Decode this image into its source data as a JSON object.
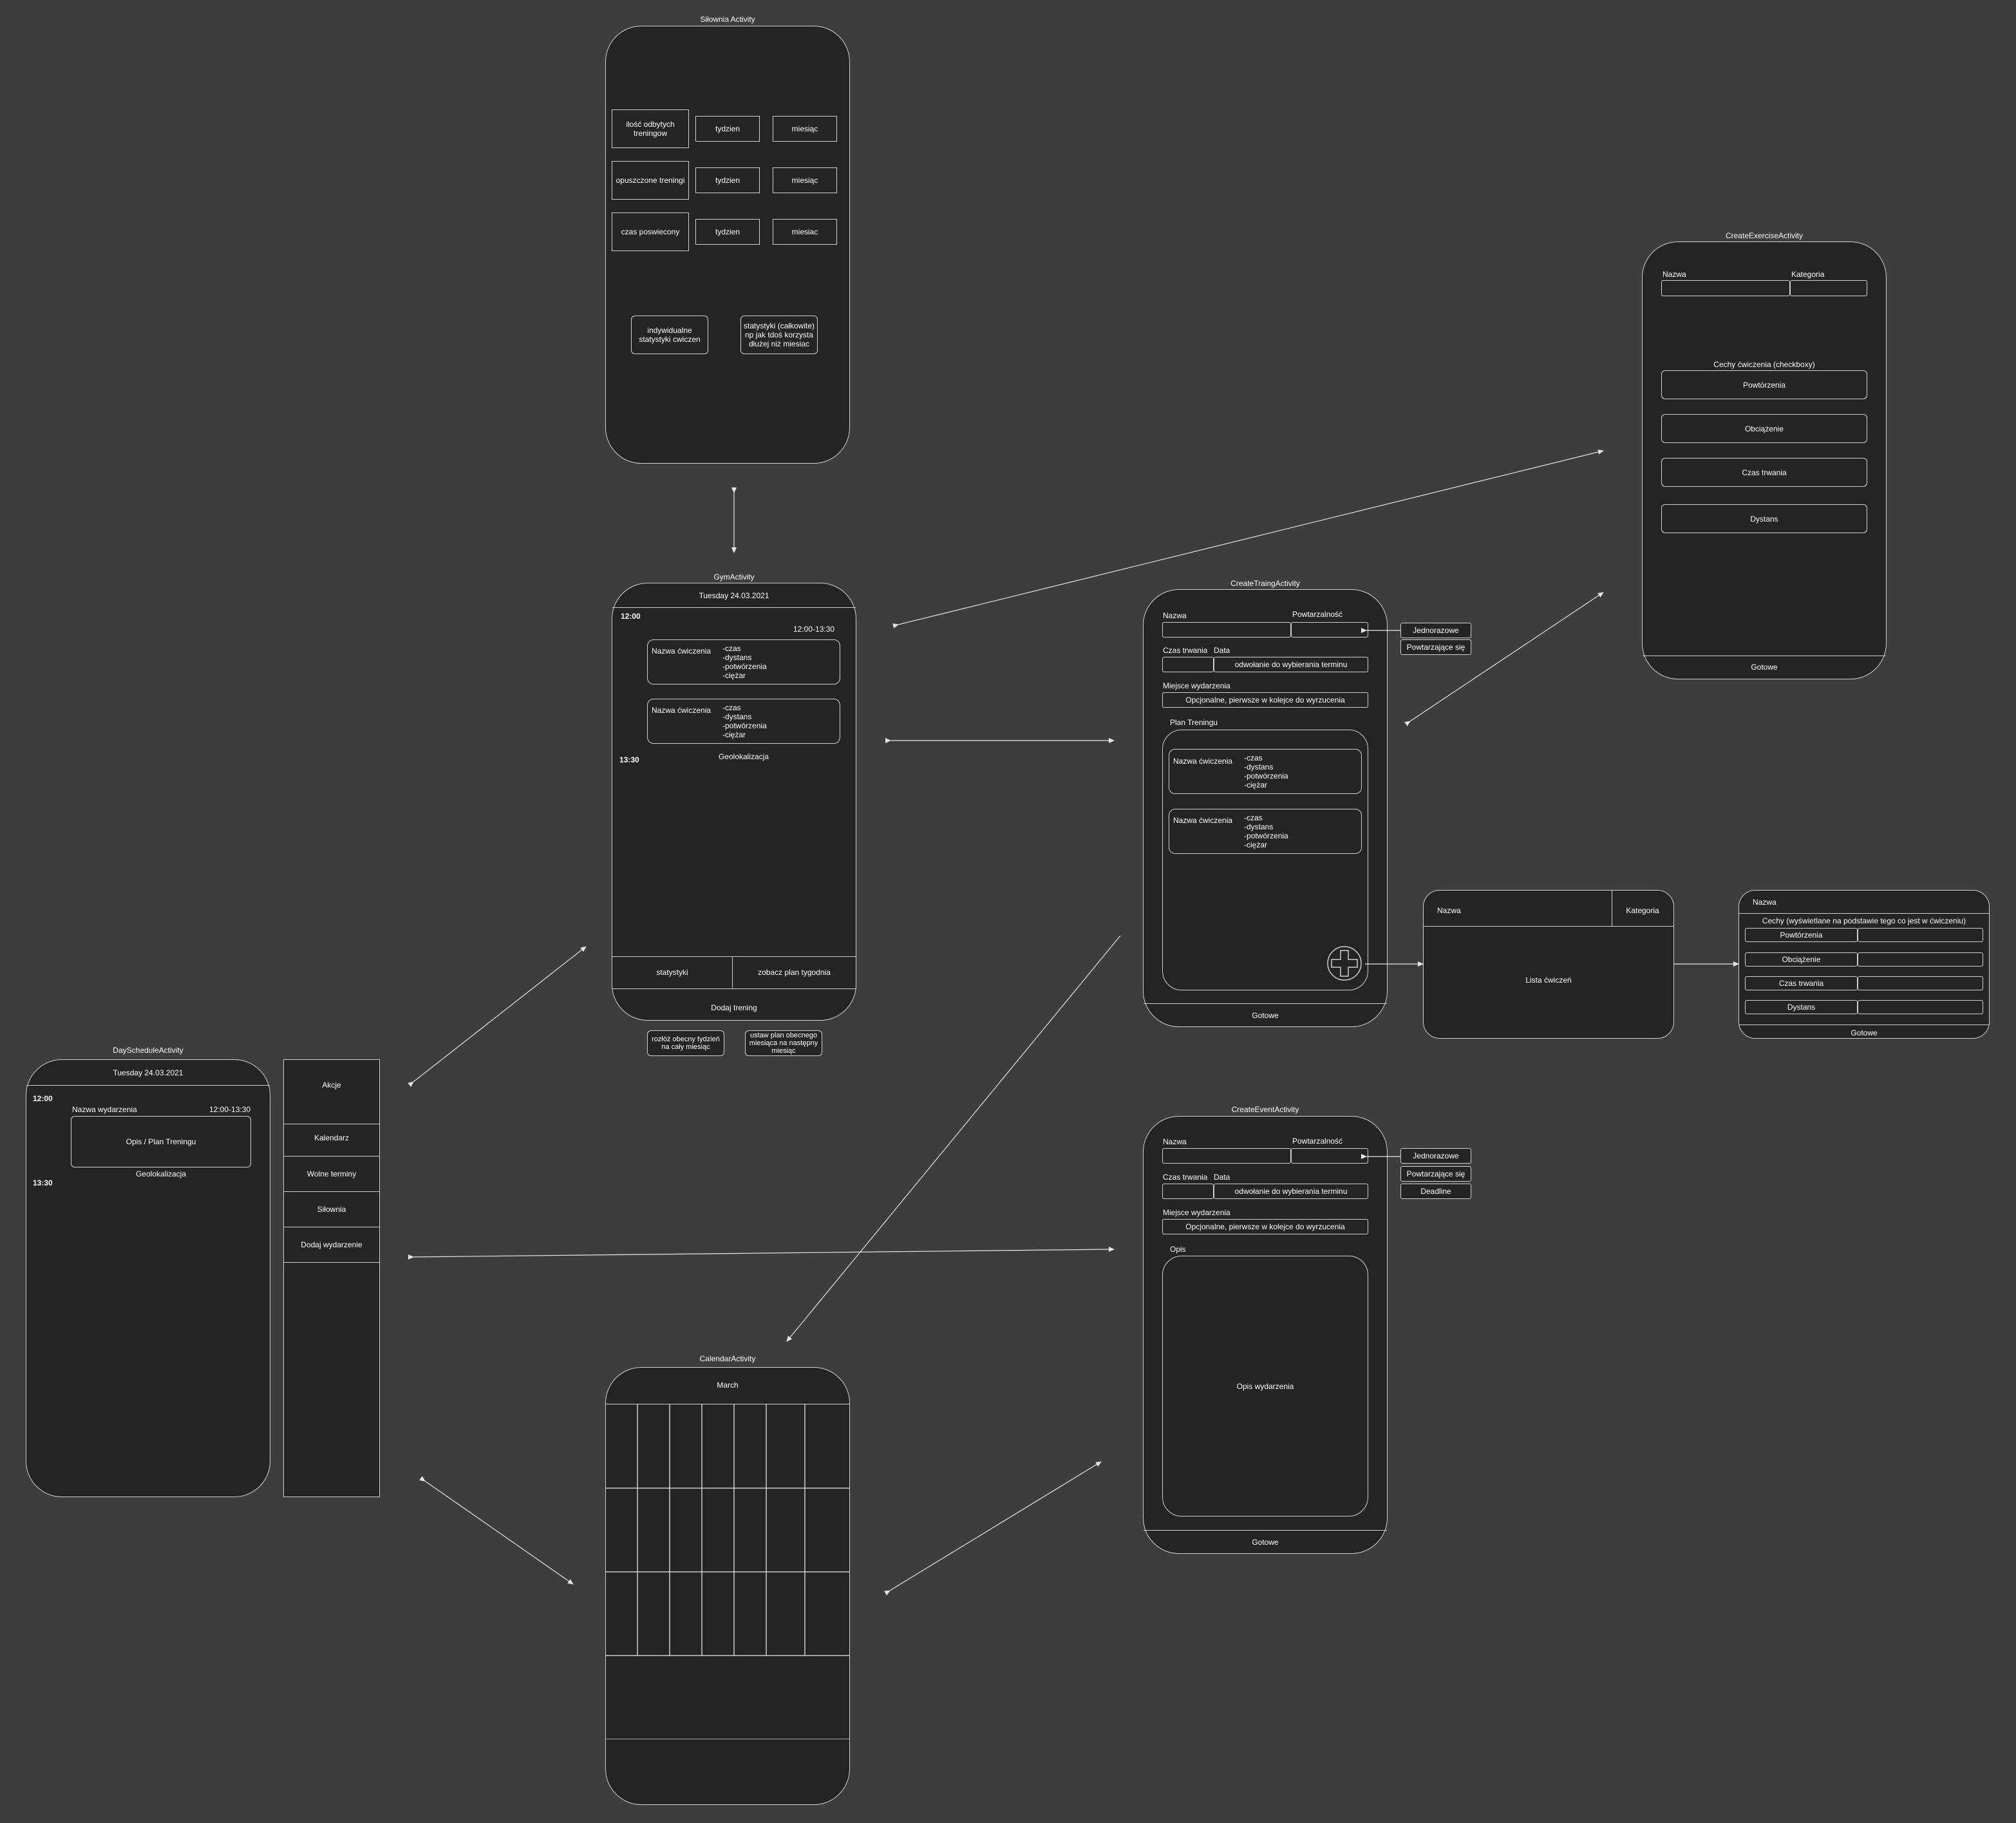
{
  "silownia": {
    "title": "Siłownia Activity",
    "rows": [
      {
        "label": "ilość odbytych\ntreningow",
        "week": "tydzien",
        "month": "miesiąc"
      },
      {
        "label": "opuszczone treningi",
        "week": "tydzien",
        "month": "miesiąc"
      },
      {
        "label": "czas poswiecony",
        "week": "tydzien",
        "month": "miesiac"
      }
    ],
    "btn_individual": "indywidualne\nstatystyki cwiczen",
    "btn_total": "statystyki (całkowite)\nnp jak tdoś korzysta\ndłużej niż miesiac"
  },
  "gym": {
    "title": "GymActivity",
    "date": "Tuesday 24.03.2021",
    "time_start": "12:00",
    "time_range": "12:00-13:30",
    "exercises": [
      {
        "name": "Nazwa ćwiczenia",
        "props": "-czas\n-dystans\n-potwórzenia\n-ciężar"
      },
      {
        "name": "Nazwa ćwiczenia",
        "props": "-czas\n-dystans\n-potwórzenia\n-ciężar"
      }
    ],
    "time_end": "13:30",
    "geo": "Geolokalizacja",
    "btn_stats": "statystyki",
    "btn_week_plan": "zobacz plan tygodnia",
    "btn_add": "Dodaj trening",
    "note_spread": "rozłóż obecny tydzień\nna cały miesiąc",
    "note_set_plan": "ustaw plan obecnego\nmiesiąca na następny\nmiesiąc"
  },
  "create_exercise": {
    "title": "CreateExerciseActivity",
    "name_label": "Nazwa",
    "category_label": "Kategoria",
    "features_label": "Cechy ćwiczenia (checkboxy)",
    "features": [
      "Powtórzenia",
      "Obciążenie",
      "Czas trwania",
      "Dystans"
    ],
    "done": "Gotowe"
  },
  "create_training": {
    "title": "CreateTraingActivity",
    "name_label": "Nazwa",
    "repeat_label": "Powtarzalność",
    "duration_label": "Czas trwania",
    "date_label": "Data",
    "date_value": "odwołanie do wybierania terminu",
    "place_label": "Miejsce wydarzenia",
    "place_value": "Opcjonalne, pierwsze w kolejce do wyrzucenia",
    "plan_label": "Plan Treningu",
    "exercises": [
      {
        "name": "Nazwa ćwiczenia",
        "props": "-czas\n-dystans\n-potwórzenia\n-ciężar"
      },
      {
        "name": "Nazwa ćwiczenia",
        "props": "-czas\n-dystans\n-potwórzenia\n-ciężar"
      }
    ],
    "done": "Gotowe",
    "repeat_options": [
      "Jednorazowe",
      "Powtarzające się"
    ]
  },
  "exercise_list": {
    "name": "Nazwa",
    "category": "Kategoria",
    "list": "Lista ćwiczeń"
  },
  "exercise_detail": {
    "name": "Nazwa",
    "features_label": "Cechy (wyświetlane na podstawie tego co jest w ćwiczeniu)",
    "features": [
      "Powtórzenia",
      "Obciążenie",
      "Czas trwania",
      "Dystans"
    ],
    "done": "Gotowe"
  },
  "day_schedule": {
    "title": "DayScheduleActivity",
    "date": "Tuesday 24.03.2021",
    "time_start": "12:00",
    "event_name": "Nazwa wydarzenia",
    "time_range": "12:00-13:30",
    "event_desc": "Opis / Plan Treningu",
    "geo": "Geolokalizacja",
    "time_end": "13:30"
  },
  "actions_menu": {
    "header": "Akcje",
    "items": [
      "Kalendarz",
      "Wolne terminy",
      "Siłownia",
      "Dodaj wydarzenie"
    ]
  },
  "create_event": {
    "title": "CreateEventActivity",
    "name_label": "Nazwa",
    "repeat_label": "Powtarzalność",
    "duration_label": "Czas trwania",
    "date_label": "Data",
    "date_value": "odwołanie do wybierania terminu",
    "place_label": "Miejsce wydarzenia",
    "place_value": "Opcjonalne, pierwsze w kolejce do wyrzucenia",
    "desc_label": "Opis",
    "desc_value": "Opis wydarzenia",
    "done": "Gotowe",
    "repeat_options": [
      "Jednorazowe",
      "Powtarzające się",
      "Deadline"
    ]
  },
  "calendar": {
    "title": "CalendarActivity",
    "month": "March"
  }
}
